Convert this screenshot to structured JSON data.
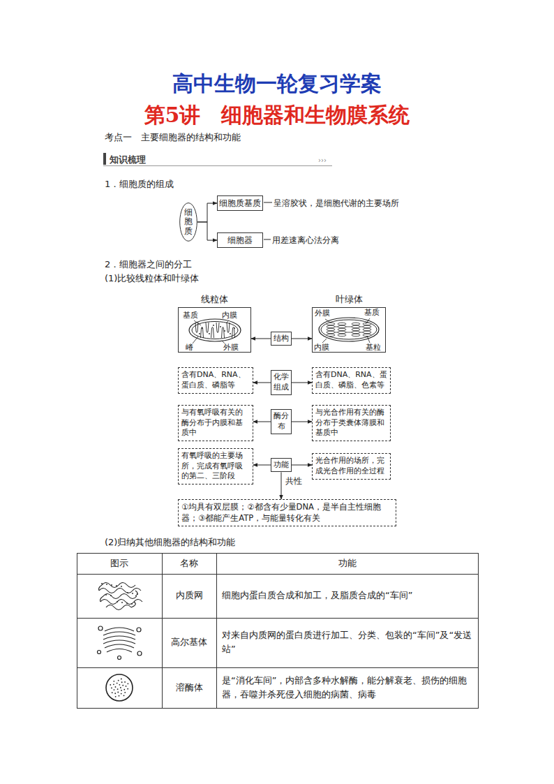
{
  "diagram": {
    "title": "高中生物一轮复习学案",
    "nodes": [
      {
        "text": [
          "细胞质"
        ]
      },
      {
        "text": [
          "细胞质基质"
        ]
      },
      {
        "text": [
          "细胞器"
        ]
      },
      {
        "text": [
          "线粒体"
        ]
      },
      {
        "text": [
          "结构"
        ]
      },
      {
        "text": [
          "叶绿体"
        ]
      },
      {
        "text": [
          "含有DNA、RNA、蛋白质、磷脂等"
        ]
      },
      {
        "text": [
          "化学组成"
        ]
      },
      {
        "text": [
          "含有DNA、RNA、蛋白质、磷脂、色素等"
        ]
      },
      {
        "text": [
          "与有氧呼吸有关的酶分布于内膜和基质中"
        ]
      },
      {
        "text": [
          "酶分布"
        ]
      },
      {
        "text": [
          "与光合作用有关的酶分布于类囊体薄膜和基质中"
        ]
      },
      {
        "text": [
          "有氧呼吸的主要场所，完成有氧呼吸的第二、三阶段"
        ]
      },
      {
        "text": [
          "功能"
        ]
      },
      {
        "text": [
          "光合作用的场所，完成光合作用的全过程"
        ]
      },
      {
        "text": [
          "①均具有双层膜；②都含有少量DNA，是半自主性细胞器；③都能产生ATP，与能量转化有关"
        ]
      }
    ],
    "edges": [
      {
        "from": 0,
        "to": 1,
        "arrow": "to"
      },
      {
        "from": 0,
        "to": 2,
        "arrow": "to"
      },
      {
        "from": 4,
        "to": 3,
        "arrow": "to"
      },
      {
        "from": 4,
        "to": 5,
        "arrow": "to"
      },
      {
        "from": 7,
        "to": 6,
        "arrow": "to"
      },
      {
        "from": 7,
        "to": 8,
        "arrow": "to"
      },
      {
        "from": 10,
        "to": 9,
        "arrow": "to"
      },
      {
        "from": 10,
        "to": 11,
        "arrow": "to"
      },
      {
        "from": 13,
        "to": 12,
        "arrow": "to"
      },
      {
        "from": 13,
        "to": 14,
        "arrow": "to"
      },
      {
        "from": 13,
        "to": 15,
        "label": "共性",
        "arrow": "to"
      }
    ],
    "labels": [
      "第5讲　细胞器和生物膜系统",
      "考点一　主要细胞器的结构和功能",
      "知识梳理",
      "›››",
      "1．细胞质的组成",
      "呈溶胶状，是细胞代谢的主要场所",
      "用差速离心法分离",
      "2．细胞器之间的分工",
      "(1)比较线粒体和叶绿体",
      "基质",
      "内膜",
      "嵴",
      "外膜",
      "外膜",
      "基质",
      "内膜",
      "基粒",
      "(2)归纳其他细胞器的结构和功能",
      "图示",
      "名称",
      "功能",
      "内质网",
      "细胞内蛋白质合成和加工，及脂质合成的“车间”",
      "高尔基体",
      "对来自内质网的蛋白质进行加工、分类、包装的“车间”及“发送站”",
      "溶酶体",
      "是“消化车间”，内部含多种水解酶，能分解衰老、损伤的细胞器，吞噬并杀死侵入细胞的病菌、病毒"
    ]
  }
}
